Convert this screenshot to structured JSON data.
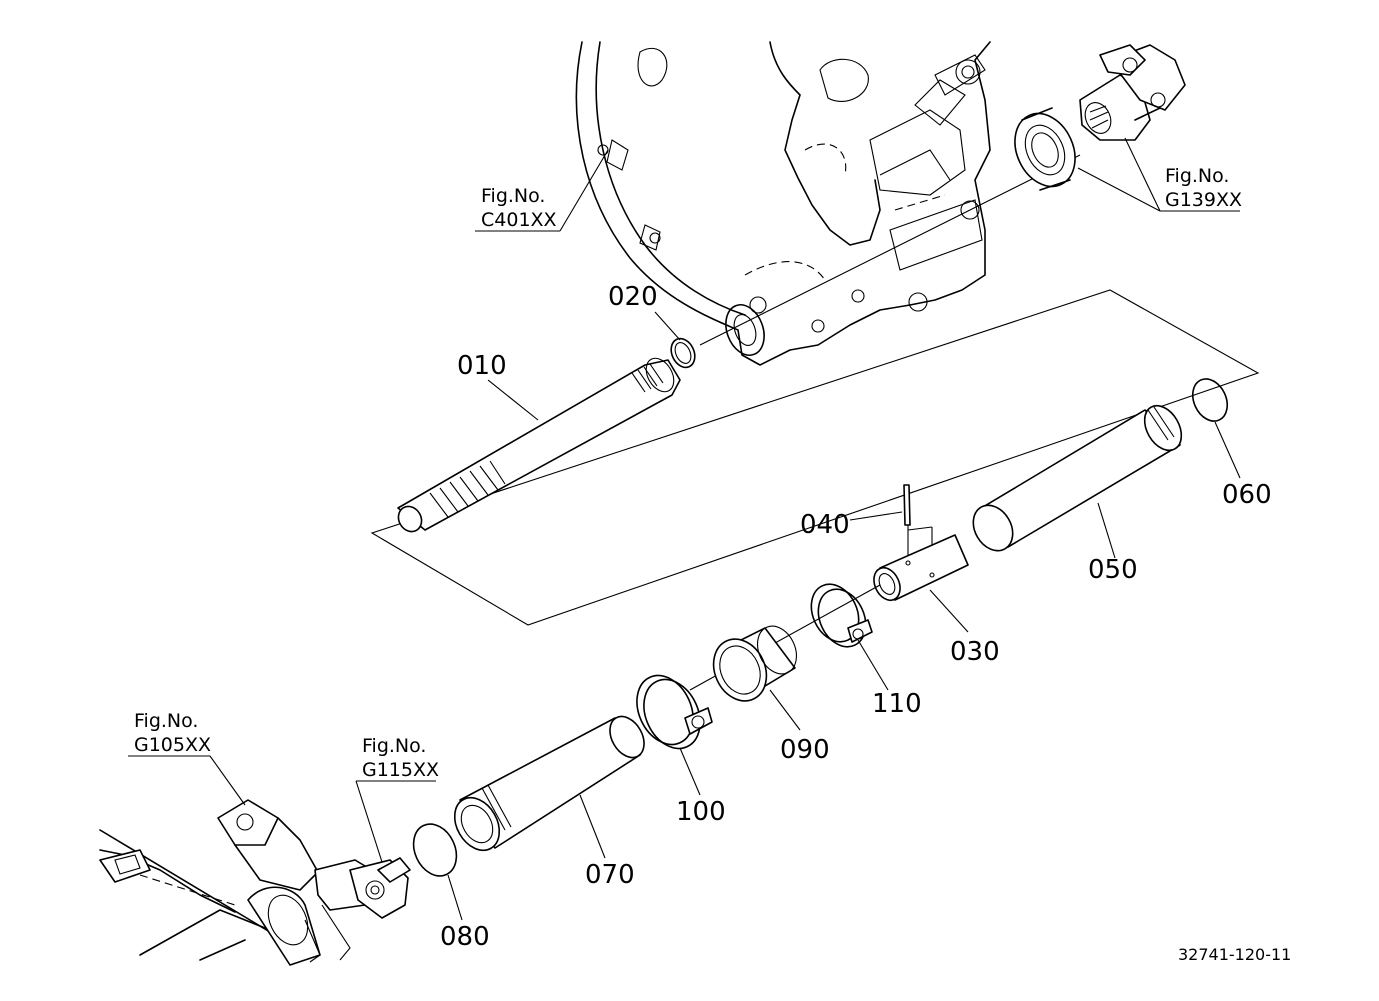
{
  "part_labels": {
    "p010": "010",
    "p020": "020",
    "p030": "030",
    "p040": "040",
    "p050": "050",
    "p060": "060",
    "p070": "070",
    "p080": "080",
    "p090": "090",
    "p100": "100",
    "p110": "110"
  },
  "figure_refs": {
    "c401": {
      "prefix": "Fig.No.",
      "code": "C401XX"
    },
    "g139": {
      "prefix": "Fig.No.",
      "code": "G139XX"
    },
    "g105": {
      "prefix": "Fig.No.",
      "code": "G105XX"
    },
    "g115": {
      "prefix": "Fig.No.",
      "code": "G115XX"
    }
  },
  "drawing_number": "32741-120-11"
}
